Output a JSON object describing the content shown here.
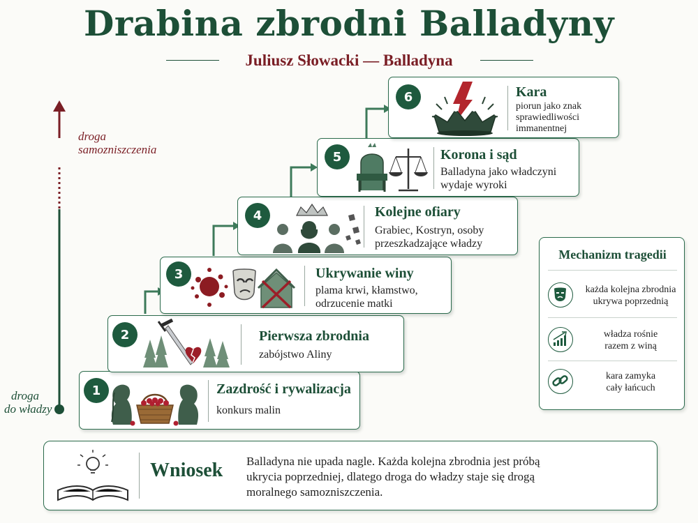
{
  "title": "Drabina zbrodni Balladyny",
  "subtitle": "Juliusz Słowacki — Balladyna",
  "axis": {
    "top_label_lines": [
      "droga",
      "samozniszczenia"
    ],
    "bottom_label_lines": [
      "droga",
      "do władzy"
    ]
  },
  "steps": [
    {
      "number": "1",
      "title": "Zazdrość i rywalizacja",
      "desc_lines": [
        "konkurs malin"
      ]
    },
    {
      "number": "2",
      "title": "Pierwsza zbrodnia",
      "desc_lines": [
        "zabójstwo Aliny"
      ]
    },
    {
      "number": "3",
      "title": "Ukrywanie winy",
      "desc_lines": [
        "plama krwi, kłamstwo,",
        "odrzucenie matki"
      ]
    },
    {
      "number": "4",
      "title": "Kolejne ofiary",
      "desc_lines": [
        "Grabiec, Kostryn, osoby",
        "przeszkadzające władzy"
      ]
    },
    {
      "number": "5",
      "title": "Korona i sąd",
      "desc_lines": [
        "Balladyna jako władczyni",
        "wydaje wyroki"
      ]
    },
    {
      "number": "6",
      "title": "Kara",
      "desc_lines": [
        "piorun jako znak",
        "sprawiedliwości",
        "immanentnej"
      ]
    }
  ],
  "mechanism": {
    "title": "Mechanizm tragedii",
    "items": [
      {
        "icon": "mask-icon",
        "lines": [
          "każda kolejna zbrodnia",
          "ukrywa poprzednią"
        ]
      },
      {
        "icon": "rising-chart-icon",
        "lines": [
          "władza rośnie",
          "razem z winą"
        ]
      },
      {
        "icon": "chain-icon",
        "lines": [
          "kara zamyka",
          "cały łańcuch"
        ]
      }
    ]
  },
  "conclusion": {
    "title": "Wniosek",
    "lines": [
      "Balladyna nie upada nagle. Każda kolejna zbrodnia jest próbą",
      "ukrycia poprzedniej, dlatego droga do władzy staje się drogą",
      "moralnego samozniszczenia."
    ]
  },
  "colors": {
    "green": "#1d4f37",
    "burgundy": "#7a1e25",
    "blood": "#8c1c22"
  }
}
